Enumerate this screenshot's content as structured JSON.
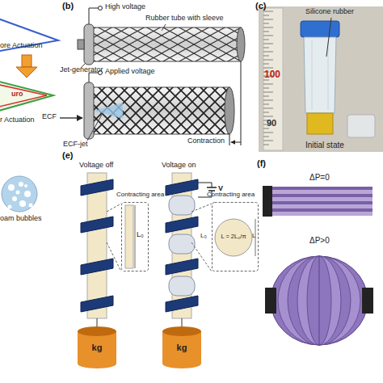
{
  "diagram": {
    "nodes": [
      {
        "text": [
          "Contracting area",
          "L₀"
        ]
      },
      {
        "text": [
          "Contracting area",
          "L₀",
          "L",
          "L = 2L₀/π"
        ]
      },
      {
        "text": [
          "kg"
        ]
      },
      {
        "text": [
          "kg"
        ]
      }
    ],
    "labels": [
      "ore Actuation",
      "uro",
      "r Actuation",
      "(b)",
      "High voltage",
      "Rubber tube with sleeve",
      "Jet-generator",
      "Applied voltage",
      "ECF",
      "ECF-jet",
      "Contraction",
      "(c)",
      "Silicone rubber",
      "100",
      "90",
      "Initial state",
      "oam bubbles",
      "(e)",
      "Voltage off",
      "Voltage on",
      "V",
      "(f)",
      "ΔP=0",
      "ΔP>0"
    ]
  }
}
